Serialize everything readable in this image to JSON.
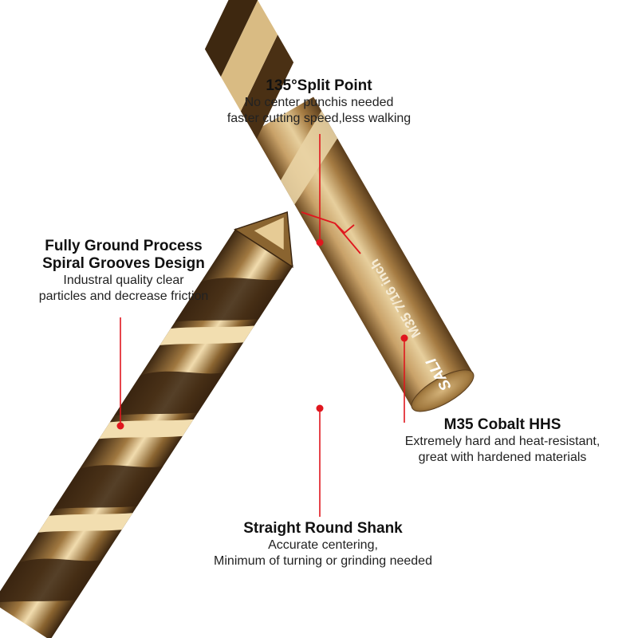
{
  "callouts": {
    "split_point": {
      "title": "135°Split Point",
      "lines": [
        "No center punchis needed",
        "faster cutting speed,less walking"
      ]
    },
    "fully_ground": {
      "title_lines": [
        "Fully Ground Process",
        "Spiral Grooves Design"
      ],
      "lines": [
        "Industral quality clear",
        "particles and decrease friction"
      ]
    },
    "cobalt": {
      "title": "M35 Cobalt HHS",
      "lines": [
        "Extremely hard and heat-resistant,",
        "great with hardened materials"
      ]
    },
    "shank": {
      "title": "Straight Round Shank",
      "lines": [
        "Accurate centering,",
        "Minimum of turning or grinding needed"
      ]
    }
  },
  "product": {
    "brand": "SALI",
    "marking": "M35 7/16 inch"
  },
  "colors": {
    "accent": "#e0161e",
    "gold_light": "#e8cf9a",
    "gold_mid": "#b58a4c",
    "gold_dark": "#5a3d1c"
  }
}
